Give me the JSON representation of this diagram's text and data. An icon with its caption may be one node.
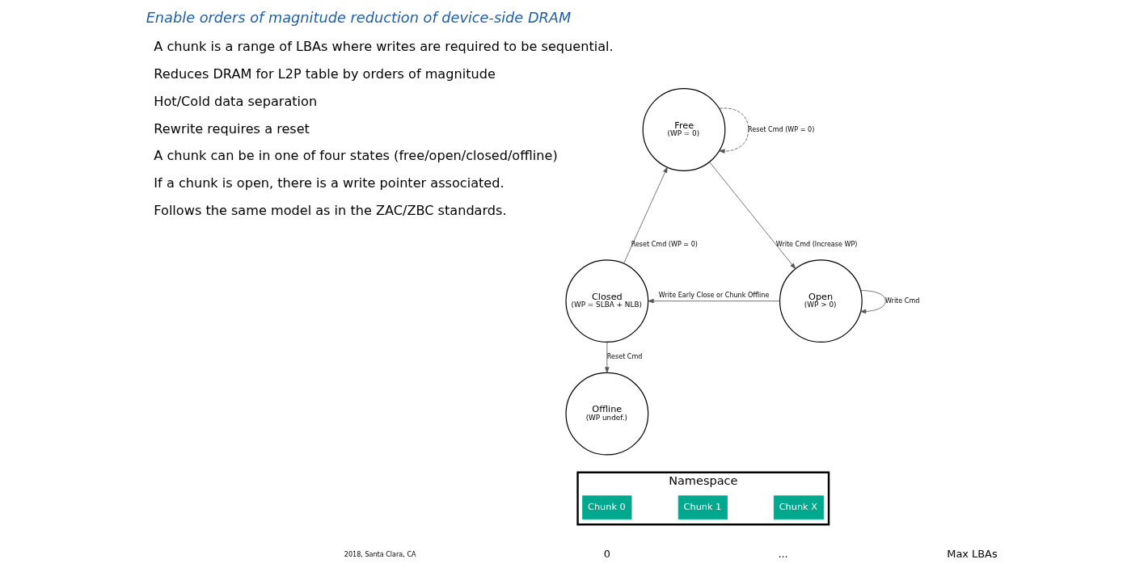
{
  "diagram": {
    "title": "Enable orders of magnitude reduction of device-side DRAM",
    "nodes": [
      {
        "text": [
          "Free",
          "(WP = 0)"
        ]
      },
      {
        "text": [
          "Closed",
          "(WP = SLBA + NLB)"
        ]
      },
      {
        "text": [
          "Open",
          "(WP > 0)"
        ]
      },
      {
        "text": [
          "Offline",
          "(WP undef.)"
        ]
      },
      {
        "text": [
          "Namespace"
        ]
      },
      {
        "text": [
          "Chunk 0"
        ],
        "in": 4
      },
      {
        "text": [
          "Chunk 1"
        ],
        "in": 4
      },
      {
        "text": [
          "Chunk X"
        ],
        "in": 4
      }
    ],
    "edges": [
      {
        "from": 0,
        "to": 2,
        "arrow": "to",
        "label": "Write Cmd (Increase WP)"
      },
      {
        "from": 0,
        "to": 0,
        "arrow": "to",
        "label": "Reset Cmd (WP = 0)",
        "style": "dashed"
      },
      {
        "from": 2,
        "to": 1,
        "arrow": "to",
        "label": "Write Early Close or Chunk Offline"
      },
      {
        "from": 2,
        "to": 2,
        "arrow": "to",
        "label": "Write Cmd"
      },
      {
        "from": 1,
        "to": 0,
        "arrow": "to",
        "label": "Reset Cmd (WP = 0)"
      },
      {
        "from": 1,
        "to": 3,
        "arrow": "to",
        "label": "Reset Cmd"
      }
    ],
    "labels": [
      "A chunk is a range of LBAs where writes are required to be sequential.",
      "Reduces DRAM for L2P table by orders of magnitude",
      "Hot/Cold data separation",
      "Rewrite requires a reset",
      "A chunk can be in one of four states (free/open/closed/offline)",
      "If a chunk is open, there is a write pointer associated.",
      "Follows the same model as in the ZAC/ZBC standards.",
      "0",
      "...",
      "Max LBAs",
      "2018, Santa Clara, CA"
    ]
  }
}
